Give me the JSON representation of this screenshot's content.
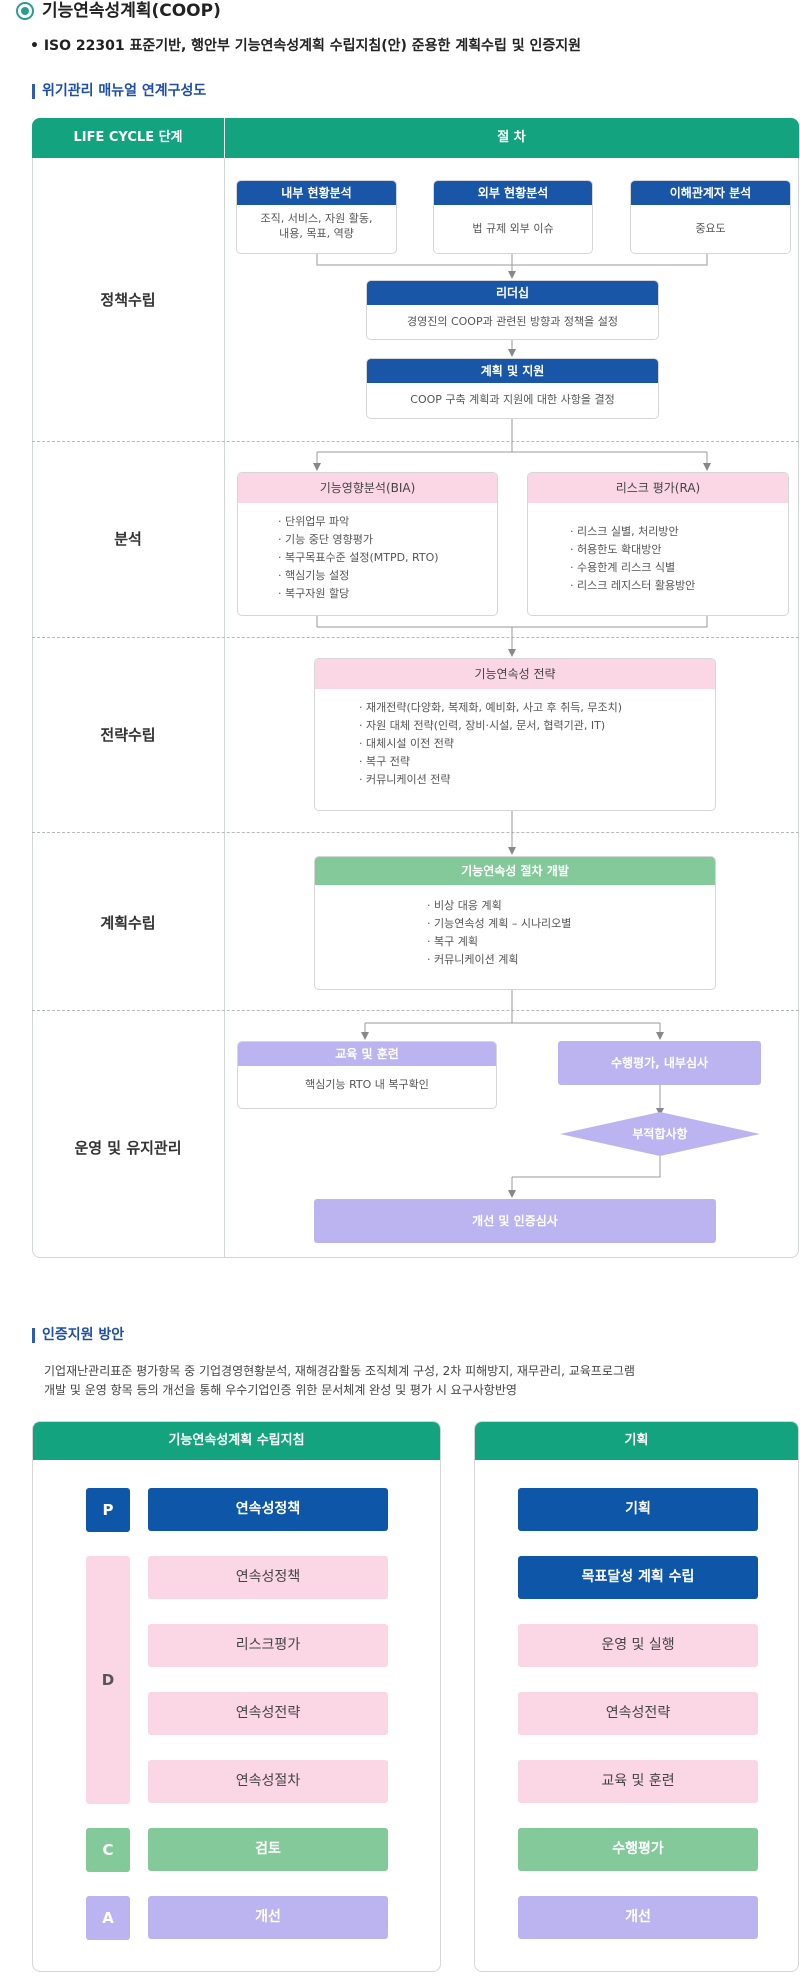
{
  "header": {
    "title": "기능연속성계획(COOP)",
    "bullet": "• ISO 22301 표준기반, 행안부 기능연속성계획 수립지침(안) 준용한 계획수립 및 인증지원"
  },
  "section1": {
    "title": "위기관리 매뉴얼 연계구성도"
  },
  "table": {
    "col1": "LIFE CYCLE 단계",
    "col2": "절 차",
    "stages": [
      "정책수립",
      "분석",
      "전략수립",
      "계획수립",
      "운영 및 유지관리"
    ]
  },
  "policy": {
    "internal": {
      "head": "내부 현황분석",
      "body": "조직, 서비스, 자원 활동,\n내용, 목표, 역량"
    },
    "external": {
      "head": "외부 현황분석",
      "body": "법 규제 외부 이슈"
    },
    "stakeholder": {
      "head": "이해관계자 분석",
      "body": "중요도"
    },
    "leadership": {
      "head": "리더십",
      "body": "경영진의 COOP과 관련된 방향과 정책을 설정"
    },
    "planning": {
      "head": "계획 및 지원",
      "body": "COOP 구축 계획과 지원에 대한 사항을 결정"
    }
  },
  "analysis": {
    "bia": {
      "head": "기능영향분석(BIA)",
      "items": [
        "· 단위업무 파악",
        "· 기능 중단 영향평가",
        "· 복구목표수준 설정(MTPD, RTO)",
        "· 핵심기능 설정",
        "· 복구자원 할당"
      ]
    },
    "ra": {
      "head": "리스크 평가(RA)",
      "items": [
        "· 리스크 실별, 처리방안",
        "· 허용한도 확대방안",
        "· 수용한계 리스크 식별",
        "· 리스크 레지스터 활용방안"
      ]
    }
  },
  "strategy": {
    "head": "기능연속성 전략",
    "items": [
      "· 재개전략(다양화, 복제화, 예비화, 사고 후 취득, 무조치)",
      "· 자원 대체 전략(인력, 장비·시설, 문서, 협력기관, IT)",
      "· 대체시설 이전 전략",
      "· 복구 전략",
      "· 커뮤니케이션 전략"
    ]
  },
  "plan": {
    "head": "기능연속성 절차 개발",
    "items": [
      "· 비상 대응 계획",
      "· 기능연속성 계획 – 시나리오별",
      "· 복구 계획",
      "· 커뮤니케이션 계획"
    ]
  },
  "operation": {
    "training": {
      "head": "교육 및 훈련",
      "body": "핵심기능 RTO 내 복구확인"
    },
    "audit": "수행평가, 내부심사",
    "nonconformity": "부적합사항",
    "improve": "개선 및 인증심사"
  },
  "section2": {
    "title": "인증지원 방안",
    "desc": "기업재난관리표준 평가항목 중 기업경영현황분석, 재해경감활동 조직체계 구성, 2차 피해방지, 재무관리, 교육프로그램\n개발 및 운영 항목 등의 개선을 통해 우수기업인증 위한 문서체계 완성 및 평가 시 요구사항반영"
  },
  "left_panel": {
    "title": "기능연속성계획 수립지침",
    "letters": [
      "P",
      "D",
      "C",
      "A"
    ],
    "steps": [
      "연속성정책",
      "연속성정책",
      "리스크평가",
      "연속성전략",
      "연속성절차",
      "검토",
      "개선"
    ]
  },
  "right_panel": {
    "title": "기획",
    "steps": [
      "기획",
      "목표달성 계획 수립",
      "운영 및 실행",
      "연속성전략",
      "교육 및 훈련",
      "수행평가",
      "개선"
    ]
  },
  "colors": {
    "teal": "#14a37f",
    "blue": "#1a56a8",
    "pink": "#fbd7e6",
    "green": "#84c99a",
    "purple": "#bcb4f1",
    "arrow": "#888888"
  }
}
